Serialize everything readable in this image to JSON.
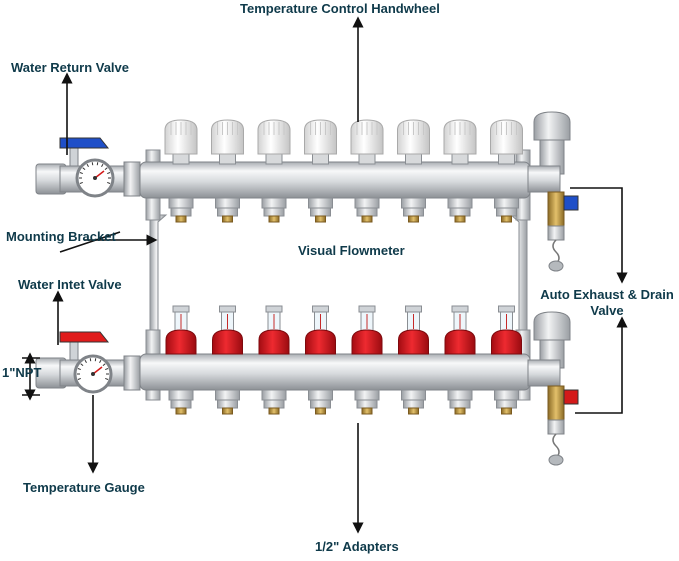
{
  "labels": {
    "handwheel": "Temperature Control Handwheel",
    "return_valve": "Water Return Valve",
    "mounting_bracket": "Mounting Bracket",
    "flowmeter": "Visual  Flowmeter",
    "inlet_valve": "Water Intet Valve",
    "npt": "1\"NPT",
    "exhaust_line1": "Auto Exhaust & Drain",
    "exhaust_line2": "Valve",
    "temp_gauge": "Temperature Gauge",
    "adapters": "1/2\" Adapters"
  },
  "colors": {
    "text": "#0f3a4a",
    "arrow": "#111111",
    "steel_light": "#f4f5f6",
    "steel_mid": "#c9ccd0",
    "steel_dark": "#8a8e93",
    "handwheel": "#f1f1f1",
    "flowmeter_red": "#d9141e",
    "return_handle": "#1f4fc8",
    "inlet_handle": "#e01b1b",
    "brass": "#c89b3c",
    "drain_blue": "#1f4fc8",
    "drain_red": "#d41a1a"
  },
  "parts": {
    "loop_count": 8
  }
}
